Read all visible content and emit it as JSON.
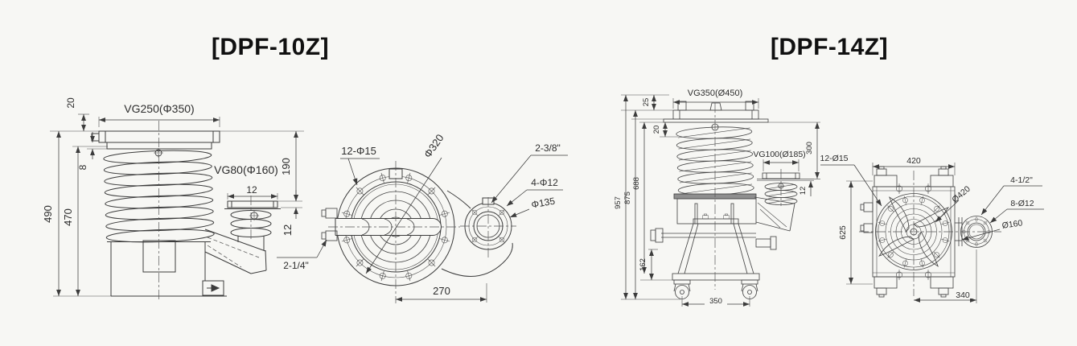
{
  "colors": {
    "background": "#f7f7f4",
    "line": "#3c3c3c",
    "text": "#2d2d2d"
  },
  "d10": {
    "title": "[DPF-10Z]",
    "side": {
      "flange": "VG250(Φ350)",
      "t20": "20",
      "t8": "8",
      "h490": "490",
      "h470": "470",
      "port": "VG80(Φ160)",
      "w12": "12",
      "h190": "190",
      "f12": "12"
    },
    "top": {
      "bolts": "12-Φ15",
      "dia": "Φ320",
      "inlet": "2-1/4\"",
      "outlet": "2-3/8\"",
      "obolts": "4-Φ12",
      "odia": "Φ135",
      "off270": "270"
    }
  },
  "d14": {
    "title": "[DPF-14Z]",
    "side": {
      "flange": "VG350(Ø450)",
      "t25": "25",
      "t20": "20",
      "h957": "957",
      "h875": "875",
      "h688": "688",
      "h162": "162",
      "w350": "350",
      "h300": "300",
      "f12": "12",
      "port": "VG100(Ø185)"
    },
    "top": {
      "bolts": "12-Ø15",
      "w420": "420",
      "dia": "Ø420",
      "outlet": "4-1/2\"",
      "obolts": "8-Ø12",
      "odia": "Ø160",
      "h625": "625",
      "off340": "340"
    }
  }
}
